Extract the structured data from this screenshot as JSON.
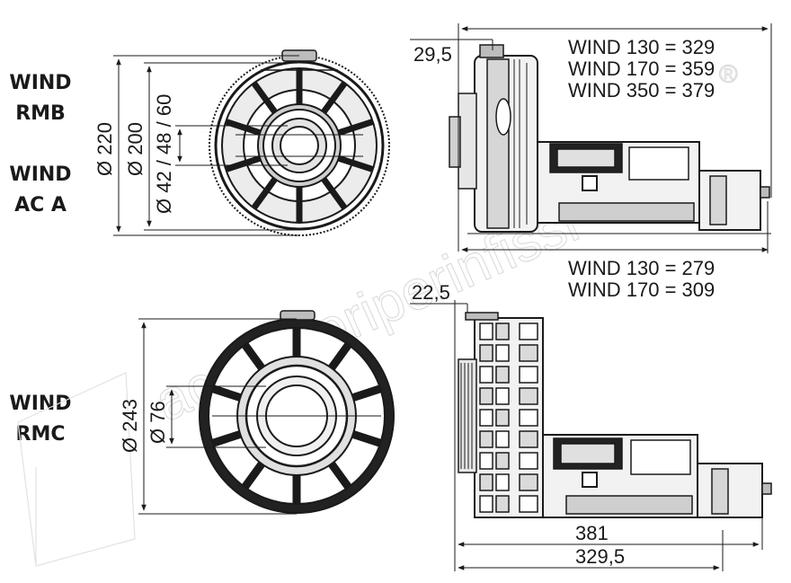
{
  "labels": {
    "rmb_line1": "WIND",
    "rmb_line2": "RMB",
    "aca_line1": "WIND",
    "aca_line2": "AC A",
    "rmc_line1": "WIND",
    "rmc_line2": "RMC"
  },
  "top_front": {
    "dia_outer": "Ø 220",
    "dia_inner": "Ø 200",
    "dia_shaft": "Ø 42 / 48 / 60"
  },
  "top_side": {
    "offset": "29,5",
    "lengths": [
      "WIND 130 = 329",
      "WIND 170 = 359",
      "WIND 350 = 379"
    ],
    "lengths_bottom": [
      "WIND 130 = 279",
      "WIND 170 = 309"
    ]
  },
  "bottom_front": {
    "dia_outer": "Ø 243",
    "dia_shaft": "Ø 76"
  },
  "bottom_side": {
    "offset": "22,5",
    "length_total": "381",
    "length_body": "329,5"
  },
  "watermark": {
    "text": "accessoriperinfissi",
    "mark": "®"
  },
  "colors": {
    "line": "#1a1a1a",
    "fill_dark": "#222222",
    "fill_mid": "#9a9a9a",
    "fill_light": "#d9d9d9",
    "watermark": "#d8d8d8"
  }
}
